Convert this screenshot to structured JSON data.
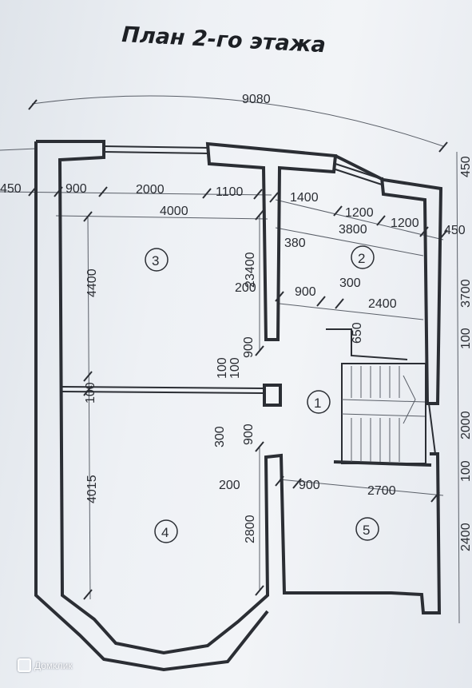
{
  "title": "План 2-го этажа",
  "rooms": [
    "1",
    "2",
    "3",
    "4",
    "5"
  ],
  "dimensions": {
    "overall_width": "9080",
    "left_offset": "450",
    "r3_segments": [
      "900",
      "2000",
      "1100"
    ],
    "r3_width": "4000",
    "r3_height": "4400",
    "r2_segments": [
      "1400",
      "1200",
      "1200"
    ],
    "r2_width": "3800",
    "r2_380": "380",
    "r2_3400": "23400",
    "r2_200": "200",
    "corridor_900": "900",
    "corridor_300": "300",
    "corridor_2400": "2400",
    "stair_650": "650",
    "door_100a": "100",
    "door_100b": "100",
    "door_900": "900",
    "wall_100": "100",
    "r1_300": "300",
    "r1_900": "900",
    "r4_height": "4015",
    "r5_200": "200",
    "r5_900": "900",
    "r5_2700": "2700",
    "r5_2800": "2800",
    "right_450_top": "450",
    "right_450": "450",
    "right_3700": "3700",
    "right_100a": "100",
    "right_2000": "2000",
    "right_100b": "100",
    "right_2400": "2400"
  },
  "watermark": "Домклик"
}
